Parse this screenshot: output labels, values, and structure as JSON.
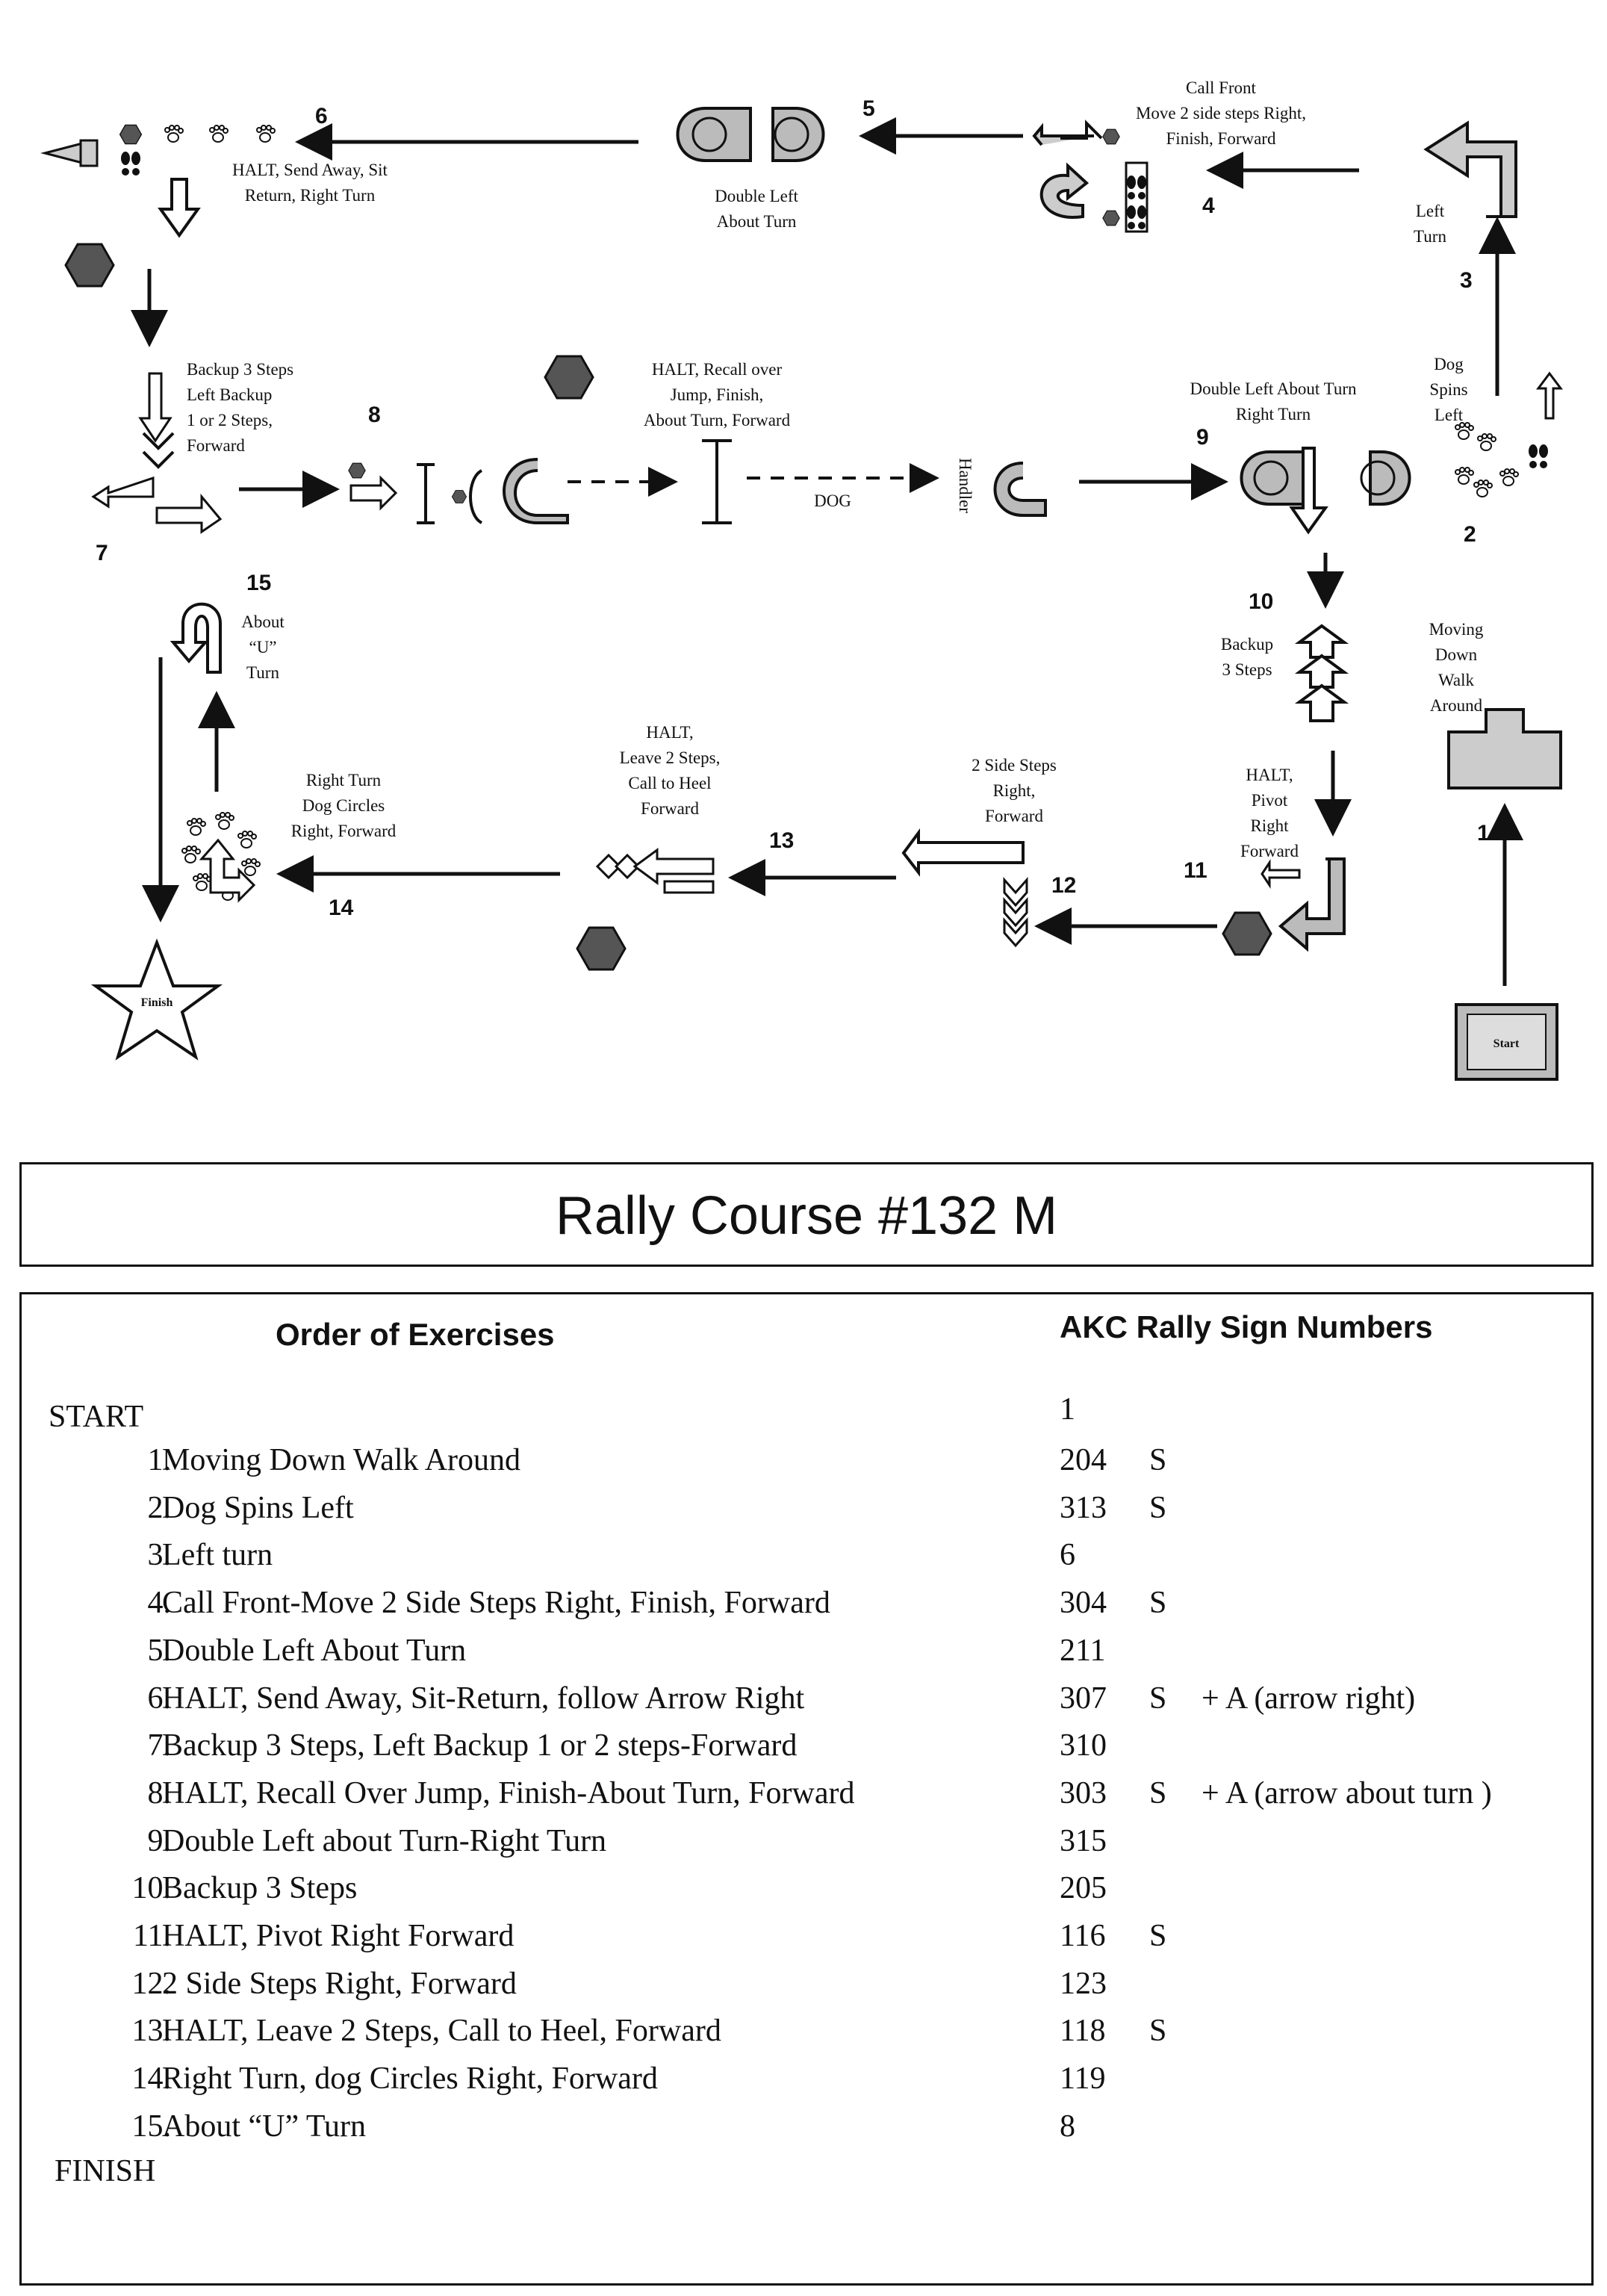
{
  "course": {
    "labels": {
      "l1": "Moving\nDown\nWalk\nAround",
      "l2": "Dog\nSpins\nLeft",
      "l3": "Left\nTurn",
      "l4": "Call Front\nMove 2 side steps Right,\nFinish, Forward",
      "l5": "Double Left\nAbout Turn",
      "l6": "HALT, Send Away, Sit\nReturn, Right Turn",
      "l7": "Backup 3 Steps\nLeft Backup\n1 or 2 Steps,\nForward",
      "l8": "HALT, Recall over\nJump, Finish,\nAbout Turn, Forward",
      "l9": "Double Left About Turn\nRight Turn",
      "l10": "Backup\n3 Steps",
      "l11": "HALT,\nPivot\nRight\nForward",
      "l12": "2 Side Steps\nRight,\nForward",
      "l13": "HALT,\nLeave 2 Steps,\nCall to Heel\nForward",
      "l14": "Right Turn\nDog Circles\nRight, Forward",
      "l15": "About\n“U”\nTurn",
      "dog": "DOG",
      "handler": "Handler",
      "start": "Start",
      "finish": "Finish"
    }
  },
  "title": "Rally Course #132 M",
  "table": {
    "col1_header": "Order of Exercises",
    "col2_header": "AKC Rally Sign Numbers",
    "start_label": "START",
    "start_sign": "1",
    "finish_label": "FINISH",
    "exercises": [
      {
        "n": "1.",
        "name": "Moving Down Walk Around",
        "sign": "204",
        "s": "S",
        "note": ""
      },
      {
        "n": "2.",
        "name": "Dog Spins Left",
        "sign": "313",
        "s": "S",
        "note": ""
      },
      {
        "n": "3.",
        "name": "Left turn",
        "sign": "6",
        "s": "",
        "note": ""
      },
      {
        "n": "4.",
        "name": "Call Front-Move 2 Side Steps Right, Finish, Forward",
        "sign": "304",
        "s": "S",
        "note": ""
      },
      {
        "n": "5.",
        "name": "Double Left About Turn",
        "sign": "211",
        "s": "",
        "note": ""
      },
      {
        "n": "6.",
        "name": "HALT, Send Away, Sit-Return, follow  Arrow Right",
        "sign": "307",
        "s": "S",
        "note": "+ A (arrow right)"
      },
      {
        "n": "7.",
        "name": "Backup 3 Steps, Left Backup 1 or 2 steps-Forward",
        "sign": "310",
        "s": "",
        "note": ""
      },
      {
        "n": "8.",
        "name": "HALT, Recall Over Jump, Finish-About Turn, Forward",
        "sign": "303",
        "s": "S",
        "note": "+ A (arrow about turn )"
      },
      {
        "n": "9.",
        "name": "Double Left about Turn-Right Turn",
        "sign": "315",
        "s": "",
        "note": ""
      },
      {
        "n": "10.",
        "name": "Backup 3 Steps",
        "sign": "205",
        "s": "",
        "note": ""
      },
      {
        "n": "11.",
        "name": "HALT, Pivot Right Forward",
        "sign": "116",
        "s": "S",
        "note": ""
      },
      {
        "n": "12.",
        "name": "2 Side Steps Right, Forward",
        "sign": "123",
        "s": "",
        "note": ""
      },
      {
        "n": "13.",
        "name": "HALT, Leave 2 Steps, Call to Heel, Forward",
        "sign": "118",
        "s": "S",
        "note": ""
      },
      {
        "n": "14.",
        "name": "Right Turn, dog Circles Right, Forward",
        "sign": "119",
        "s": "",
        "note": ""
      },
      {
        "n": "15.",
        "name": "About “U” Turn",
        "sign": "8",
        "s": "",
        "note": ""
      }
    ]
  }
}
